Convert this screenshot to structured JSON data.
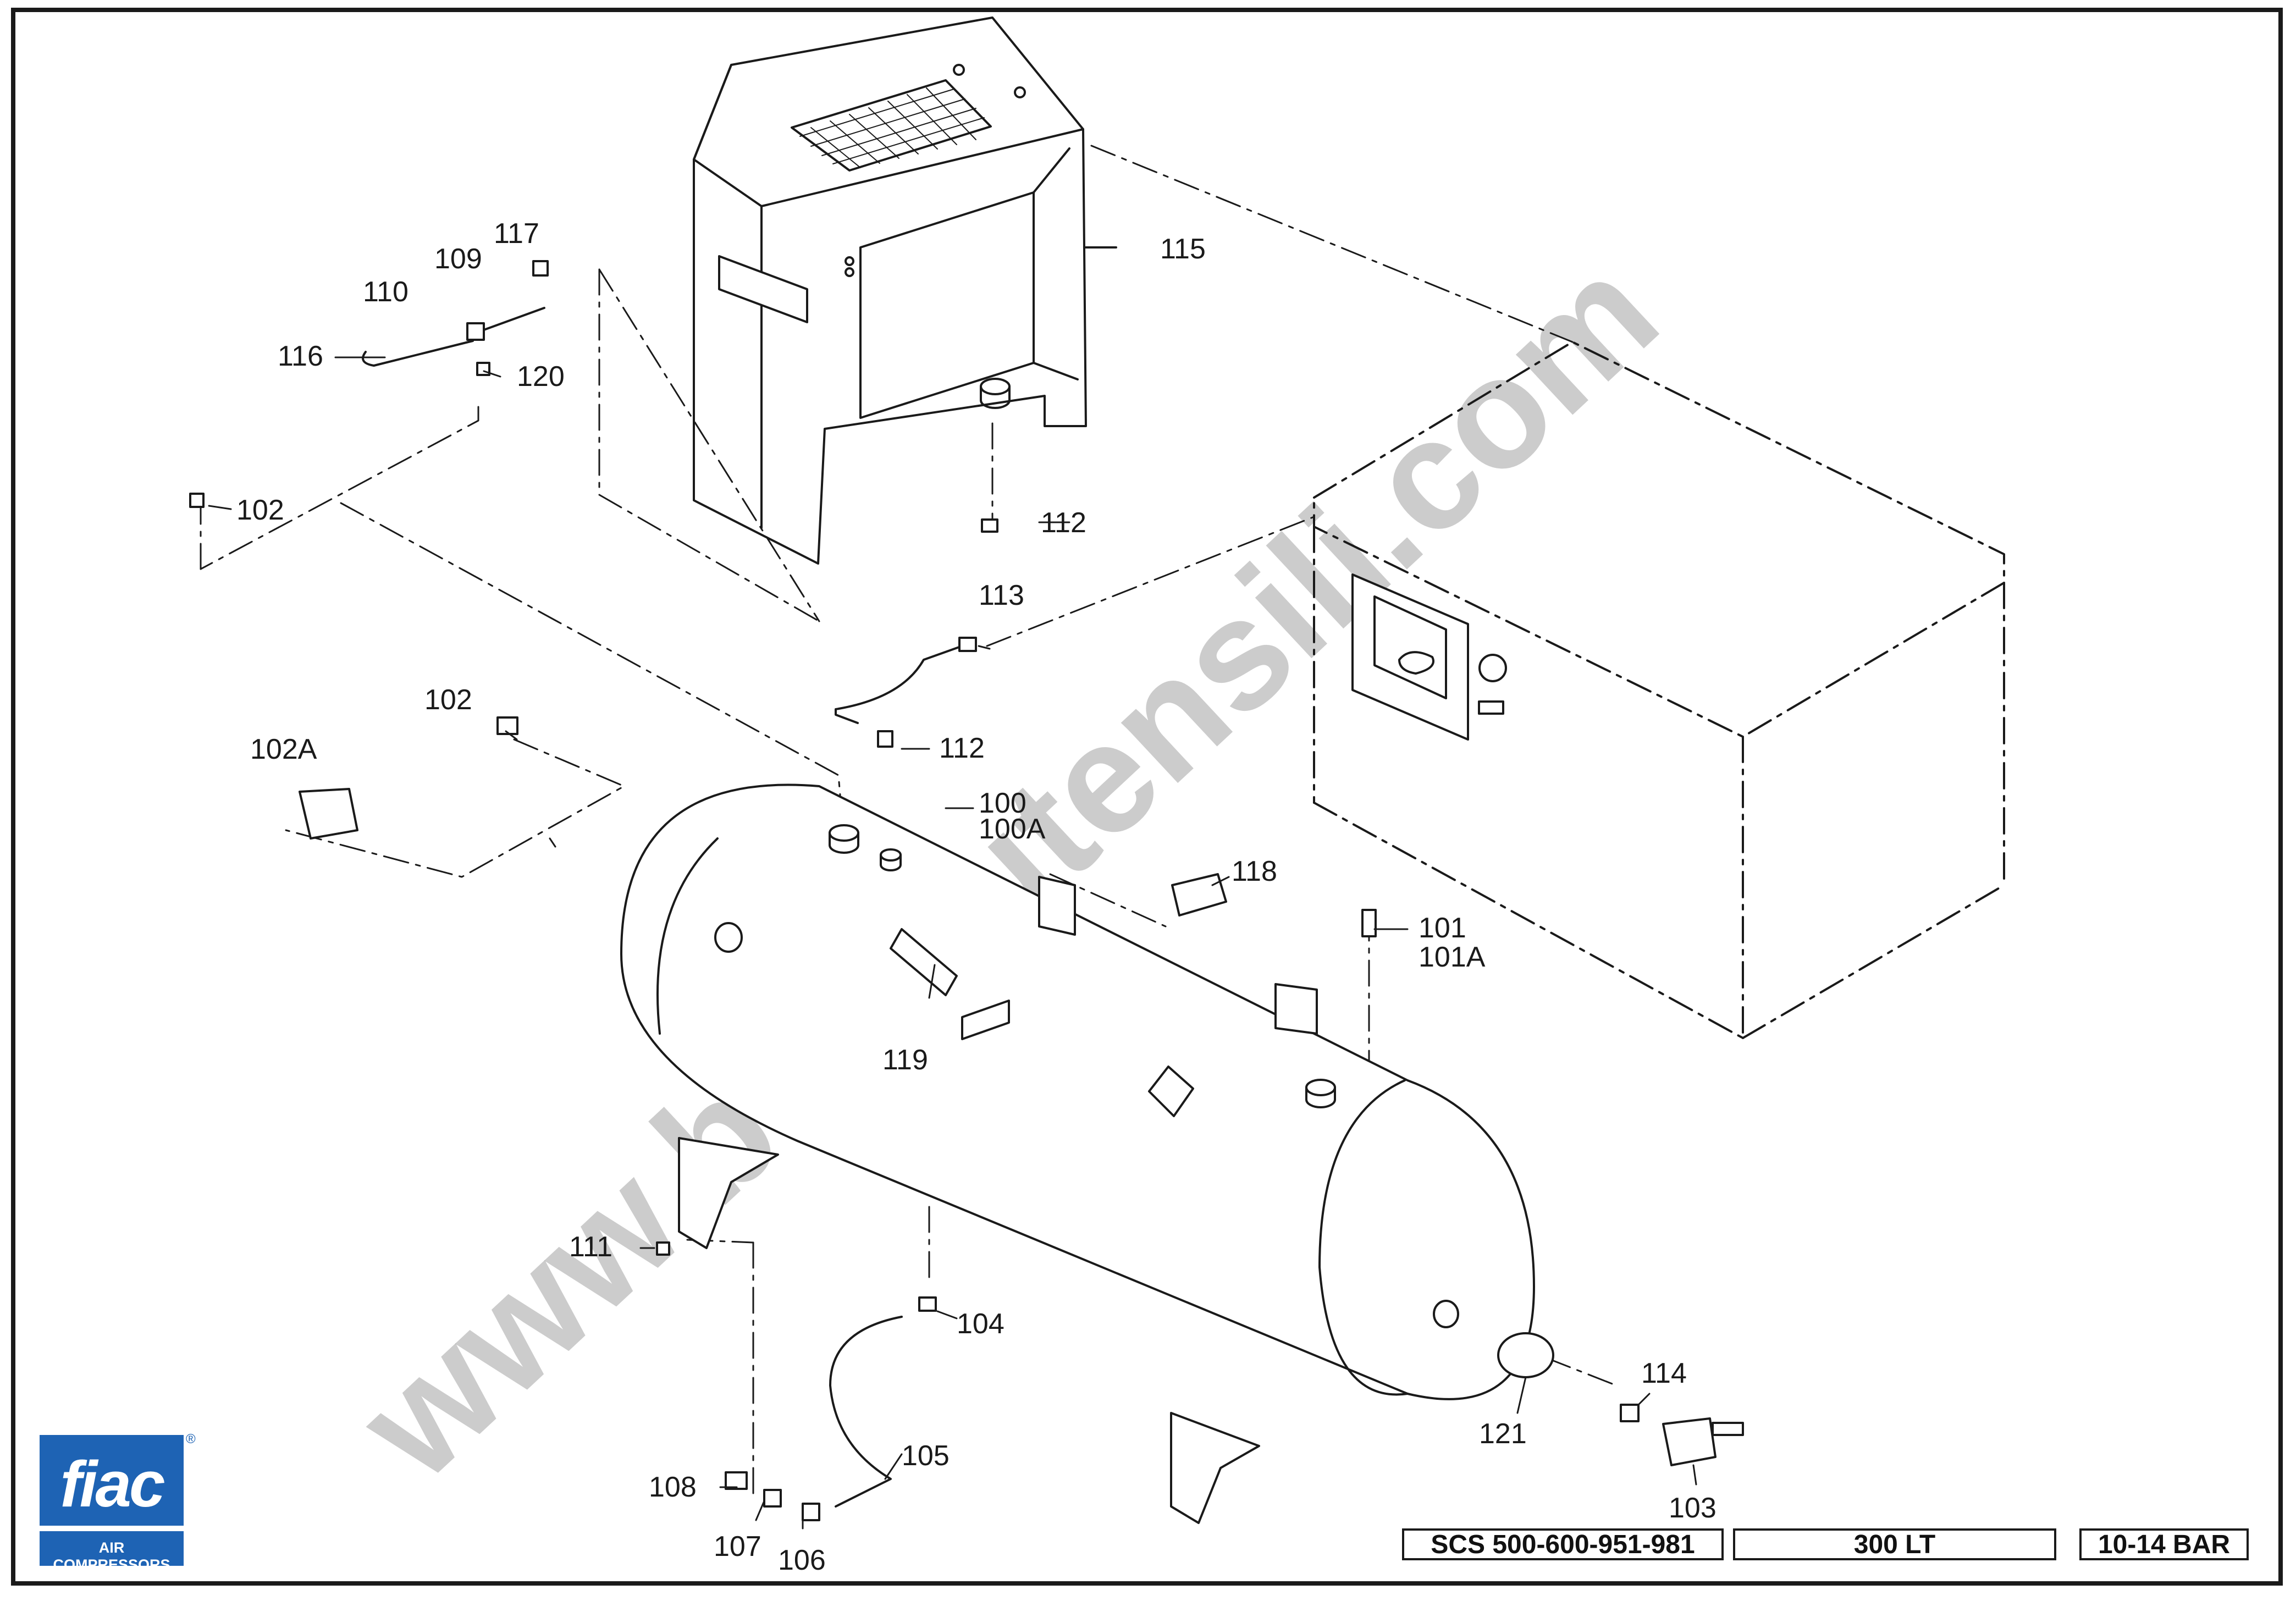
{
  "labels": {
    "p117": "117",
    "p109": "109",
    "p110": "110",
    "p116": "116",
    "p120": "120",
    "p115": "115",
    "p102_top": "102",
    "p112_top": "112",
    "p113": "113",
    "p102_mid": "102",
    "p102A": "102A",
    "p112_mid": "112",
    "p100": "100",
    "p100A": "100A",
    "p118": "118",
    "p101": "101",
    "p101A": "101A",
    "p119": "119",
    "p111": "111",
    "p104": "104",
    "p105": "105",
    "p108": "108",
    "p107": "107",
    "p106": "106",
    "p121": "121",
    "p114": "114",
    "p103": "103"
  },
  "watermark": "www.bricoutensili.com",
  "title_block": {
    "model": "SCS 500-600-951-981",
    "capacity": "300 LT",
    "pressure": "10-14 BAR"
  },
  "logo": {
    "brand": "fiac",
    "tagline": "AIR COMPRESSORS",
    "registered": "®",
    "color": "#1e63b4"
  }
}
